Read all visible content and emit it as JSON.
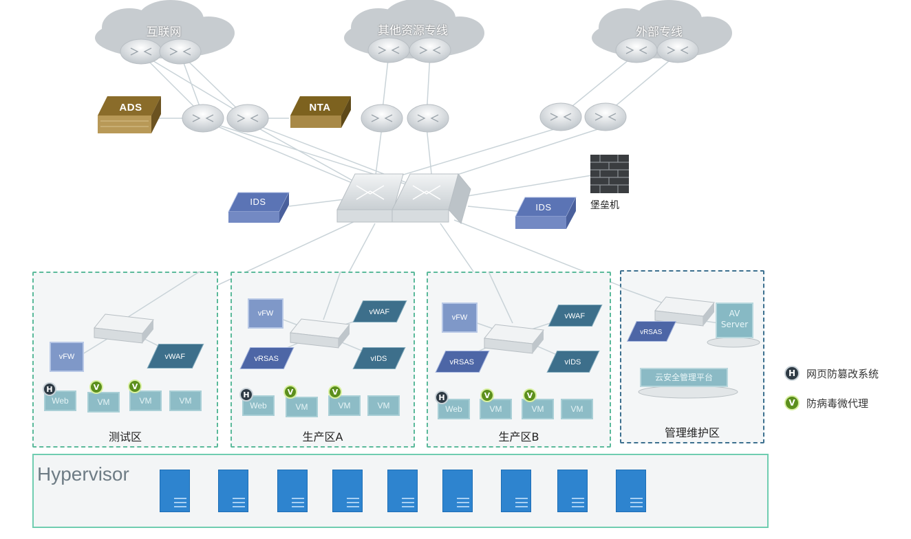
{
  "clouds": [
    "互联网",
    "其他资源专线",
    "外部专线"
  ],
  "appliances": {
    "ads": "ADS",
    "nta": "NTA",
    "ids_left": "IDS",
    "ids_right": "IDS"
  },
  "bastion": "堡垒机",
  "zones": {
    "test": {
      "label": "测试区",
      "vfw": "vFW",
      "vwaf": "vWAF",
      "vms": [
        "Web",
        "VM",
        "VM",
        "VM"
      ]
    },
    "prodA": {
      "label": "生产区A",
      "vfw": "vFW",
      "vwaf": "vWAF",
      "vrsas": "vRSAS",
      "vids": "vIDS",
      "vms": [
        "Web",
        "VM",
        "VM",
        "VM"
      ]
    },
    "prodB": {
      "label": "生产区B",
      "vfw": "vFW",
      "vwaf": "vWAF",
      "vrsas": "vRSAS",
      "vids": "vIDS",
      "vms": [
        "Web",
        "VM",
        "VM",
        "VM"
      ]
    },
    "mgmt": {
      "label": "管理维护区",
      "vrsas": "vRSAS",
      "av_server": "AV Server",
      "platform": "云安全管理平台"
    }
  },
  "hypervisor": "Hypervisor",
  "legend": {
    "anti_tamper": "网页防篡改系统",
    "antivirus": "防病毒微代理",
    "h_symbol": "H",
    "v_symbol": "V"
  },
  "colors": {
    "zone_border": "#5ab99a",
    "mgmt_border": "#3b6f8e",
    "server": "#2e84cf",
    "ids": "#5b74b5",
    "ads": "#8a6c2a"
  }
}
